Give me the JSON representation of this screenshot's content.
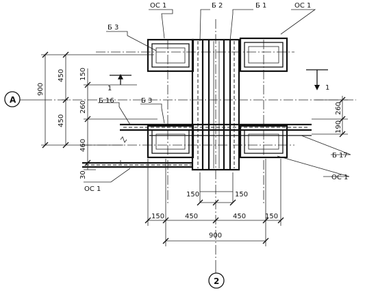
{
  "labels": {
    "os1_top_left": "ОС 1",
    "os1_top_right": "ОС 1",
    "os1_bottom_left": "ОС 1",
    "os1_bottom_right": "ОС 1",
    "b2": "Б 2",
    "b1": "Б 1",
    "b3_top": "Б 3",
    "b3_mid": "Б 3",
    "b16": "Б 16",
    "b17": "Б 17"
  },
  "axes": {
    "axis_a": "А",
    "axis_2": "2"
  },
  "section_marks": {
    "left": "1",
    "right": "1"
  },
  "dimensions": {
    "left_outer_900": "900",
    "left_outer_450_top": "450",
    "left_outer_450_bottom": "450",
    "left_inner_150": "150",
    "left_inner_260": "260",
    "left_inner_460": "460",
    "left_inner_30": "30",
    "right_260": "260",
    "right_190": "190",
    "center_150_left": "150",
    "center_150_right": "150",
    "bottom_150_left": "150",
    "bottom_450_left": "450",
    "bottom_450_right": "450",
    "bottom_150_right": "150",
    "bottom_900": "900"
  }
}
